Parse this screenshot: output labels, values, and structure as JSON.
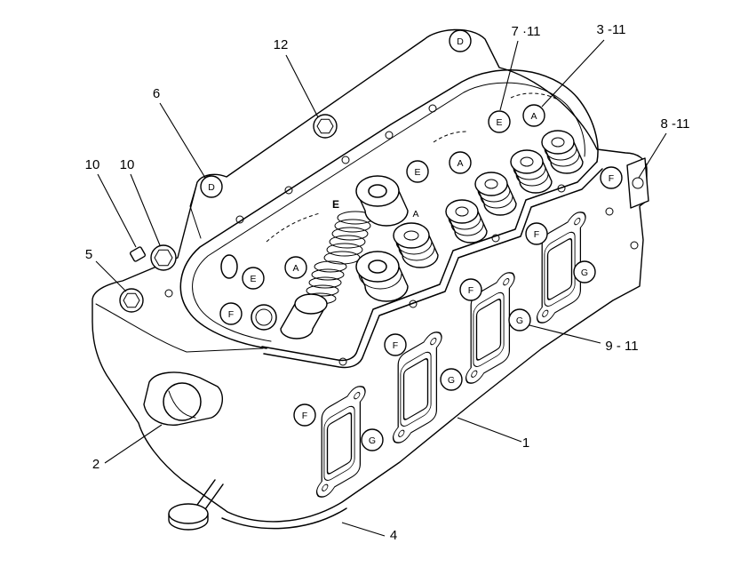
{
  "callouts": [
    "12",
    "7 ·11",
    "3 -11",
    "6",
    "8 -11",
    "10",
    "10",
    "5",
    "9 - 11",
    "1",
    "2",
    "4"
  ],
  "bolt_letters": [
    "D",
    "D",
    "E",
    "A",
    "E",
    "A",
    "E",
    "A",
    "F",
    "F",
    "F",
    "F",
    "F",
    "F",
    "G",
    "G",
    "G",
    "G"
  ],
  "floating_letters": [
    "E",
    "A"
  ],
  "colors": {
    "line": "#000000",
    "background": "#ffffff"
  }
}
